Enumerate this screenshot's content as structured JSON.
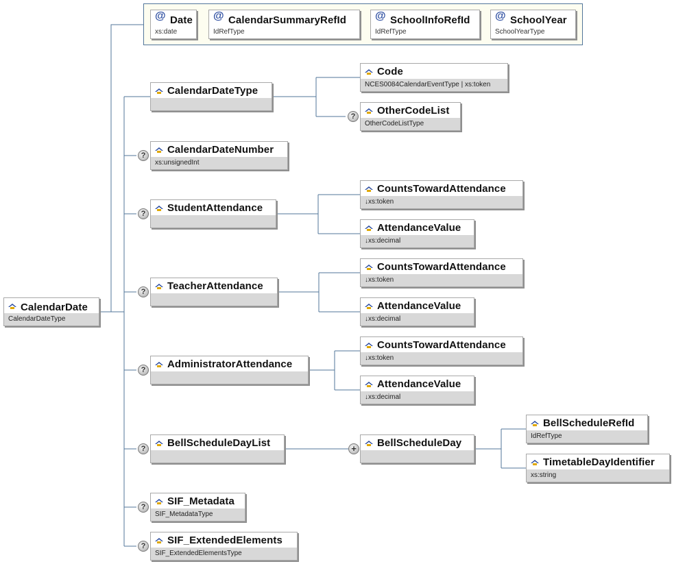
{
  "root": {
    "name": "CalendarDate",
    "type": "CalendarDateType"
  },
  "attributes": [
    {
      "name": "Date",
      "type": "xs:date"
    },
    {
      "name": "CalendarSummaryRefId",
      "type": "IdRefType"
    },
    {
      "name": "SchoolInfoRefId",
      "type": "IdRefType"
    },
    {
      "name": "SchoolYear",
      "type": "SchoolYearType"
    }
  ],
  "elements": {
    "calendar_date_type": {
      "name": "CalendarDateType",
      "type": ""
    },
    "code": {
      "name": "Code",
      "type": "NCES0084CalendarEventType | xs:token"
    },
    "other_code_list": {
      "name": "OtherCodeList",
      "type": "OtherCodeListType"
    },
    "calendar_date_number": {
      "name": "CalendarDateNumber",
      "type": "xs:unsignedInt"
    },
    "student_attendance": {
      "name": "StudentAttendance",
      "type": ""
    },
    "student_counts": {
      "name": "CountsTowardAttendance",
      "type": "↓xs:token"
    },
    "student_value": {
      "name": "AttendanceValue",
      "type": "↓xs:decimal"
    },
    "teacher_attendance": {
      "name": "TeacherAttendance",
      "type": ""
    },
    "teacher_counts": {
      "name": "CountsTowardAttendance",
      "type": "↓xs:token"
    },
    "teacher_value": {
      "name": "AttendanceValue",
      "type": "↓xs:decimal"
    },
    "admin_attendance": {
      "name": "AdministratorAttendance",
      "type": ""
    },
    "admin_counts": {
      "name": "CountsTowardAttendance",
      "type": "↓xs:token"
    },
    "admin_value": {
      "name": "AttendanceValue",
      "type": "↓xs:decimal"
    },
    "bell_schedule_day_list": {
      "name": "BellScheduleDayList",
      "type": ""
    },
    "bell_schedule_day": {
      "name": "BellScheduleDay",
      "type": ""
    },
    "bell_schedule_ref_id": {
      "name": "BellScheduleRefId",
      "type": "IdRefType"
    },
    "timetable_day_identifier": {
      "name": "TimetableDayIdentifier",
      "type": "xs:string"
    },
    "sif_metadata": {
      "name": "SIF_Metadata",
      "type": "SIF_MetadataType"
    },
    "sif_extended_elements": {
      "name": "SIF_ExtendedElements",
      "type": "SIF_ExtendedElementsType"
    }
  },
  "markers": {
    "optional": "?",
    "repeatable": "+",
    "attribute": "@"
  },
  "colors": {
    "connector": "#51759a",
    "type_bar": "#d8d8d8",
    "attr_group_bg": "#fdfdf0",
    "icon_blue": "#2b4ca0",
    "icon_gold": "#e0a800"
  }
}
